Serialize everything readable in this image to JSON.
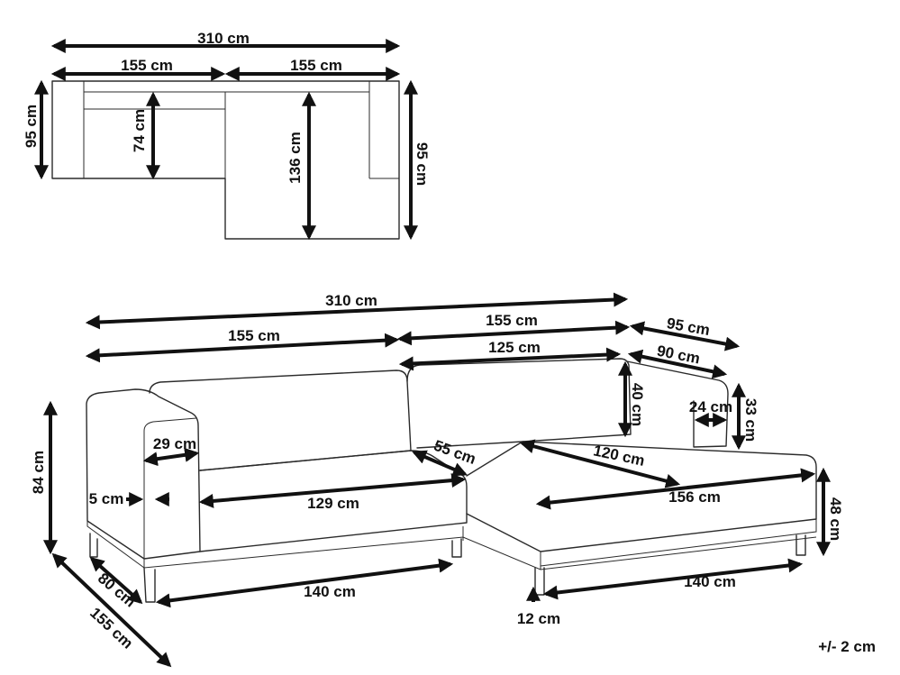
{
  "colors": {
    "ink": "#111111",
    "outline": "#2b2b2b",
    "background": "#ffffff"
  },
  "top_view": {
    "total_width": "310 cm",
    "left_width": "155 cm",
    "right_width": "155 cm",
    "depth_left": "95 cm",
    "seat_depth": "74 cm",
    "chaise_length": "136 cm",
    "depth_right": "95 cm"
  },
  "perspective_view": {
    "total_width": "310 cm",
    "right_section": "155 cm",
    "left_section": "155 cm",
    "chaise_width": "95 cm",
    "right_inner": "125 cm",
    "chaise_inner": "90 cm",
    "back_cushion_height": "40 cm",
    "arm_width_chaise": "24 cm",
    "arm_height": "33 cm",
    "arm_width": "29 cm",
    "seat_depth_corner": "55 cm",
    "chaise_seat_length": "120 cm",
    "arm_inset": "5 cm",
    "seat_width": "129 cm",
    "chaise_total_length": "156 cm",
    "seat_height": "48 cm",
    "total_height": "84 cm",
    "depth": "80 cm",
    "length_side": "155 cm",
    "base_left": "140 cm",
    "base_right": "140 cm",
    "leg_height": "12 cm"
  },
  "tolerance": "+/- 2 cm"
}
